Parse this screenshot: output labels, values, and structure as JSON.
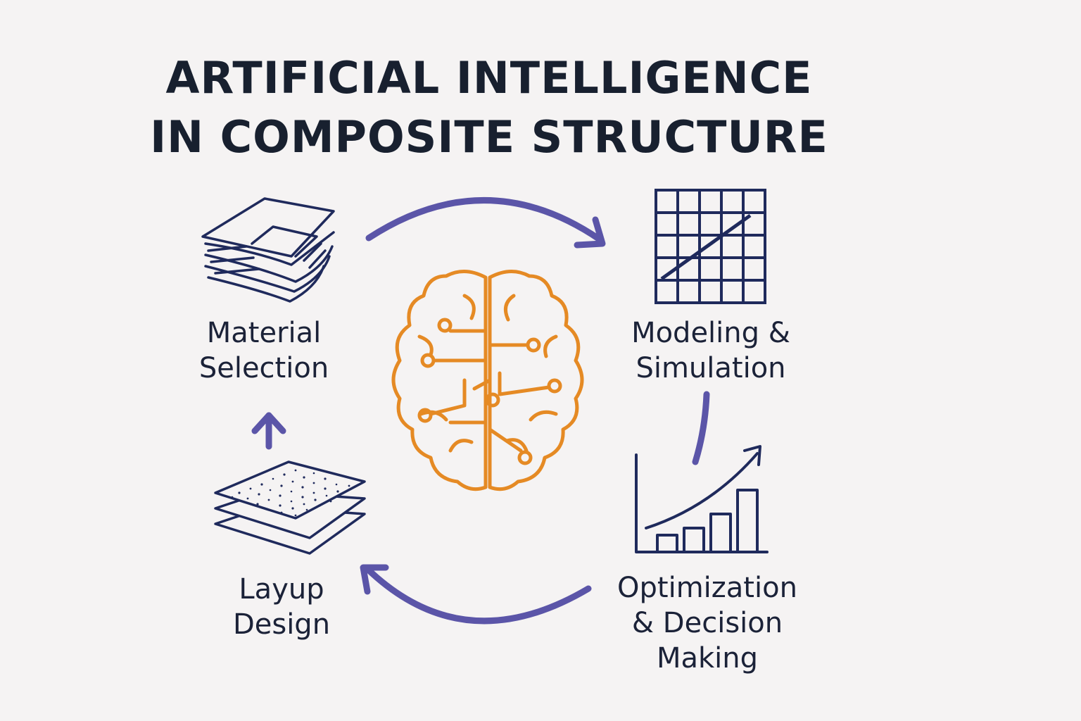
{
  "title": {
    "line1": "ARTIFICIAL INTELLIGENCE",
    "line2": "IN COMPOSITE STRUCTURE"
  },
  "nodes": [
    {
      "id": "material",
      "lines": [
        "Material",
        "Selection"
      ],
      "icon": "layered-sheets-icon"
    },
    {
      "id": "modeling",
      "lines": [
        "Modeling &",
        "Simulation"
      ],
      "icon": "grid-chart-icon"
    },
    {
      "id": "optimization",
      "lines": [
        "Optimization",
        "& Decision",
        "Making"
      ],
      "icon": "growth-bar-chart-icon"
    },
    {
      "id": "layup",
      "lines": [
        "Layup",
        "Design"
      ],
      "icon": "stacked-plies-icon"
    }
  ],
  "center": {
    "icon": "brain-circuit-icon"
  },
  "colors": {
    "text": "#1b2238",
    "icon_stroke": "#1f2a5c",
    "arrow": "#5b55a8",
    "brain": "#e58a24",
    "background": "#f5f3f3"
  }
}
